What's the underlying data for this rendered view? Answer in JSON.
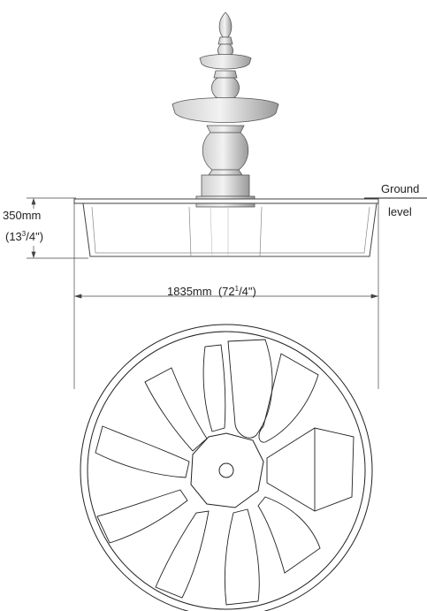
{
  "dimensions": {
    "depth_mm": "350mm",
    "depth_in_open": "(13",
    "depth_in_sup": "3",
    "depth_in_frac": "/4\")",
    "width_mm": "1835mm",
    "width_in_open": "(72",
    "width_in_sup": "1",
    "width_in_frac": "/4\")"
  },
  "ground_label": {
    "line1": "Ground",
    "line2": "level"
  },
  "colors": {
    "line": "#222222",
    "stone_light": "#e6e6e6",
    "stone_dark": "#9a9a9a"
  }
}
